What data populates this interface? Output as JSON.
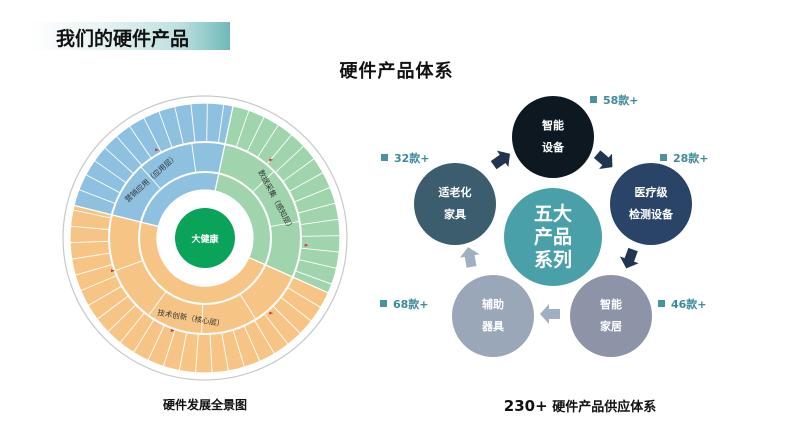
{
  "header": {
    "title": "我们的硬件产品",
    "subtitle": "硬件产品体系"
  },
  "left": {
    "caption": "硬件发展全景图",
    "center": "大健康",
    "ring_labels": [
      "数据采集（感知层）",
      "技术创新（核心层）",
      "营销应用（应用层）"
    ]
  },
  "right": {
    "caption_num": "230+",
    "caption_text": " 硬件产品供应体系",
    "center": [
      "五大",
      "产品",
      "系列"
    ],
    "nodes": [
      {
        "lines": [
          "智能",
          "设备"
        ],
        "count": "58款+",
        "color": "#0d1821"
      },
      {
        "lines": [
          "医疗级",
          "检测设备"
        ],
        "count": "28款+",
        "color": "#2a4468"
      },
      {
        "lines": [
          "智能",
          "家居"
        ],
        "count": "46款+",
        "color": "#8d94a8"
      },
      {
        "lines": [
          "辅助",
          "器具"
        ],
        "count": "68款+",
        "color": "#9aa7b8"
      },
      {
        "lines": [
          "适老化",
          "家具"
        ],
        "count": "32款+",
        "color": "#3b5d6d"
      }
    ],
    "center_color": "#4aa0a8",
    "arrow_dark": "#1f3550",
    "arrow_light": "#9fb0c0"
  },
  "colors": {
    "blue": "#8ec0e0",
    "green": "#9fd4ad",
    "orange": "#f6c586",
    "core": "#0aa35a",
    "teal": "#6fb9b8"
  }
}
